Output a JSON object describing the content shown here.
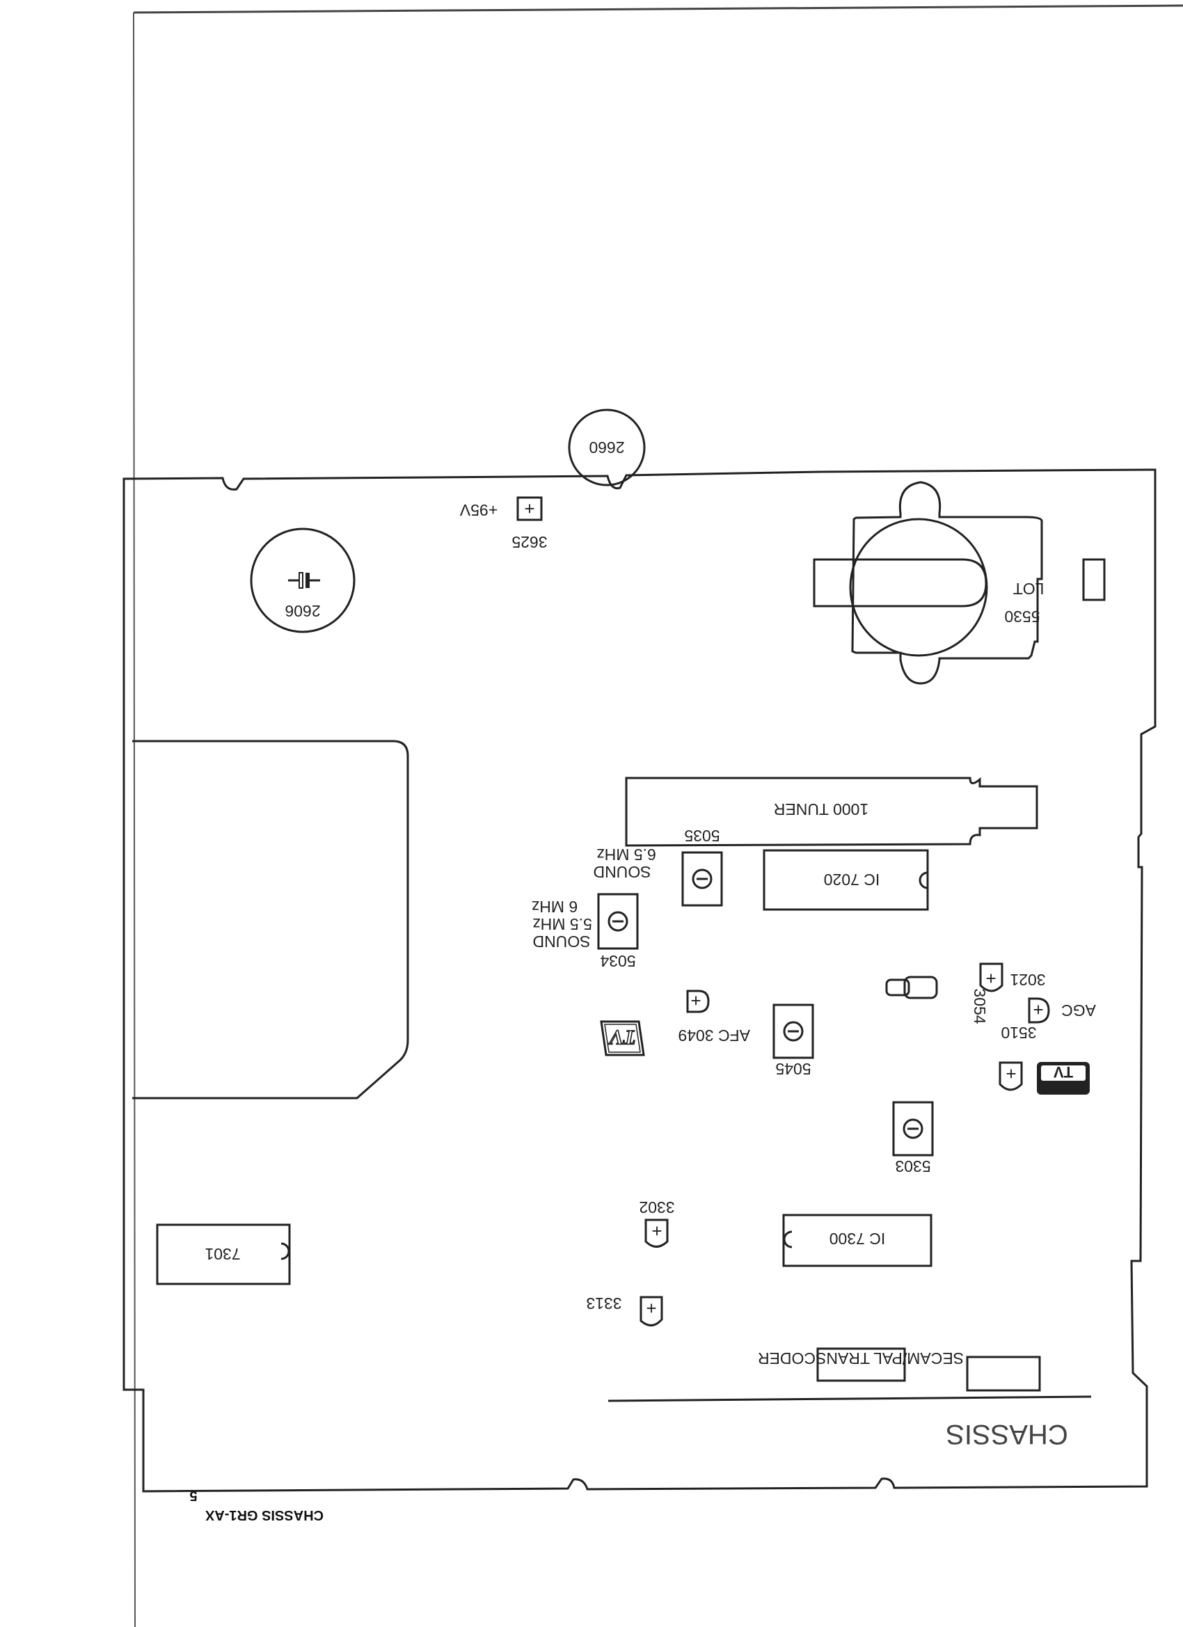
{
  "page": {
    "title": "CHASSIS",
    "footer_model": "CHASSIS GR1-AX",
    "page_number": "5"
  },
  "board": {
    "components": {
      "c2660": "2660",
      "c2606": "2606",
      "c3625": "3625",
      "v95": "+95V",
      "c5530": "5530",
      "lot": "LOT",
      "tuner": "1000  TUNER",
      "ic7020": "IC  7020",
      "c5035": "5035",
      "sound_a1": "SOUND",
      "sound_a2": "6.5  MHz",
      "c5034": "5034",
      "sound_b1": "SOUND",
      "sound_b2": "5.5  MHz",
      "sound_b3": "6  MHz",
      "c3049": "3049",
      "c3021": "3021",
      "agc": "AGC",
      "c3054": "3054",
      "c5045": "5045",
      "afc": "AFC",
      "c3510": "3510",
      "tv_badge": "TV",
      "c5303": "5303",
      "c3302": "3302",
      "c7301": "7301",
      "ic7300": "IC  7300",
      "c3313": "3313",
      "transcoder": "SECAM/PAL  TRANSCODER"
    }
  }
}
